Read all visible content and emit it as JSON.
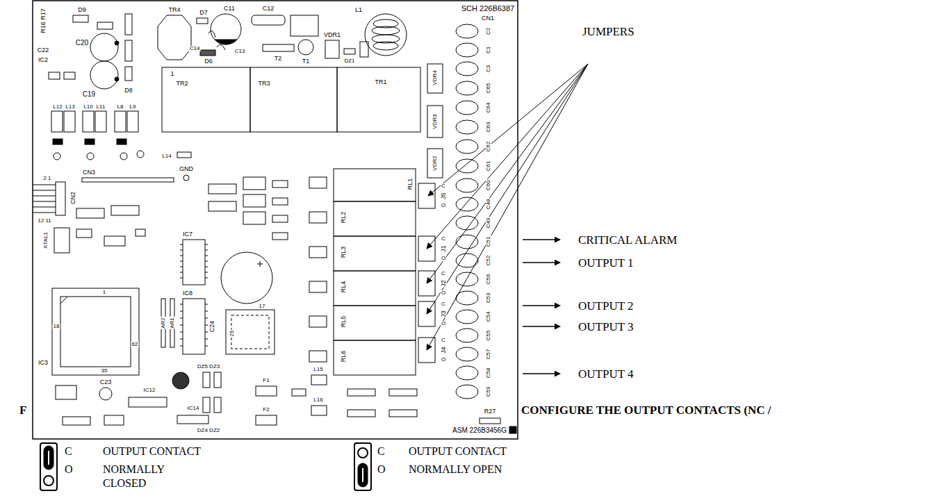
{
  "diagram": {
    "labels": [
      "SCH 226B6387",
      "TR4",
      "D9",
      "R16 R17",
      "C20",
      "C22",
      "IC2",
      "D7",
      "C11",
      "C12",
      "C14",
      "C13",
      "D6",
      "T2",
      "T1",
      "VDR1",
      "DZ1",
      "TR1",
      "L1",
      "CN1",
      "C19",
      "D8",
      "1",
      "TR2",
      "TR3",
      "L12",
      "L13",
      "L10",
      "L11",
      "L8",
      "L9",
      "VDR4",
      "VDR3",
      "VDR2",
      "L14",
      "CN3",
      "GND",
      "2 1",
      "CN2",
      "12 11",
      "XTAL1",
      "IC7",
      "IC8",
      "C24",
      "AR2",
      "AR1",
      "IC3",
      "1",
      "18",
      "62",
      "35",
      "17",
      "25",
      "C23",
      "RL1",
      "RL2",
      "RL3",
      "RL4",
      "RL5",
      "RL6",
      "J5",
      "C",
      "O",
      "J1",
      "C",
      "O",
      "J2",
      "C",
      "O",
      "J3",
      "C",
      "O",
      "J4",
      "C",
      "O",
      "C2",
      "C1",
      "C3",
      "C65",
      "C64",
      "C63",
      "C62",
      "C61",
      "C60",
      "C48",
      "C49",
      "C51",
      "C52",
      "C56",
      "C53",
      "C54",
      "C55",
      "C57",
      "C58",
      "C59",
      "R27",
      "F1",
      "F2",
      "DZ5 DZ3",
      "DZ4 DZ2",
      "L15",
      "L16",
      "IC12",
      "IC14",
      "ASM 226B3456G",
      "JUMPERS",
      "CRITICAL ALARM",
      "OUTPUT 1",
      "OUTPUT 2",
      "OUTPUT 3",
      "OUTPUT 4",
      "F",
      "CONFIGURE THE OUTPUT CONTACTS (NC /",
      "C",
      "OUTPUT CONTACT",
      "O",
      "NORMALLY CLOSED",
      "C",
      "OUTPUT CONTACT",
      "O",
      "NORMALLY OPEN"
    ]
  }
}
